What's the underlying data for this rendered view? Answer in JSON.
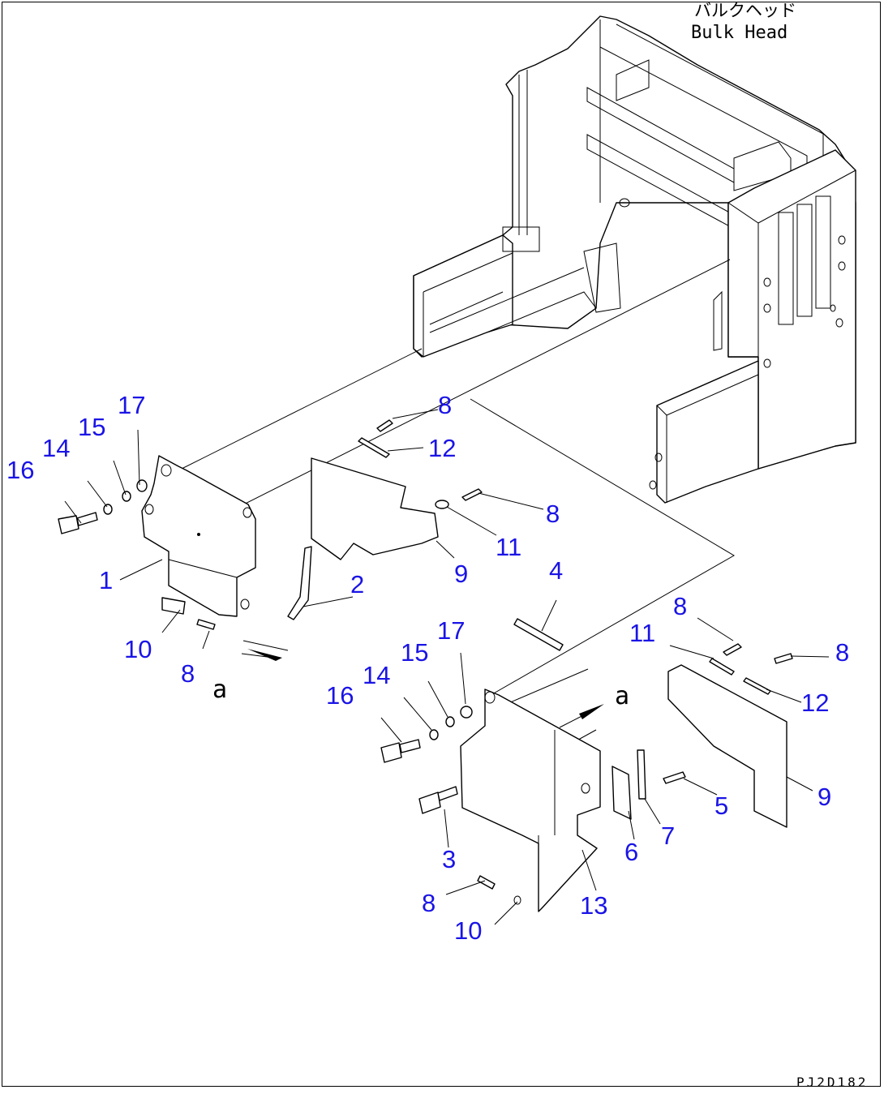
{
  "title_jp": "バルクヘッド",
  "title_en": "Bulk Head",
  "drawing_code": "PJ2D182",
  "view_marker": "a",
  "callout_color": "#1a14e6",
  "callouts_upper": {
    "n16": "16",
    "n14": "14",
    "n15": "15",
    "n17": "17",
    "n1": "1",
    "n10": "10",
    "n8a": "8",
    "n2": "2",
    "n8b": "8",
    "n12": "12",
    "n8c": "8",
    "n11": "11",
    "n9": "9"
  },
  "callouts_lower": {
    "n4": "4",
    "n8a": "8",
    "n11": "11",
    "n8b": "8",
    "n12": "12",
    "n17": "17",
    "n15": "15",
    "n14": "14",
    "n16": "16",
    "n3": "3",
    "n8c": "8",
    "n10": "10",
    "n13": "13",
    "n6": "6",
    "n7": "7",
    "n5": "5",
    "n9": "9"
  }
}
